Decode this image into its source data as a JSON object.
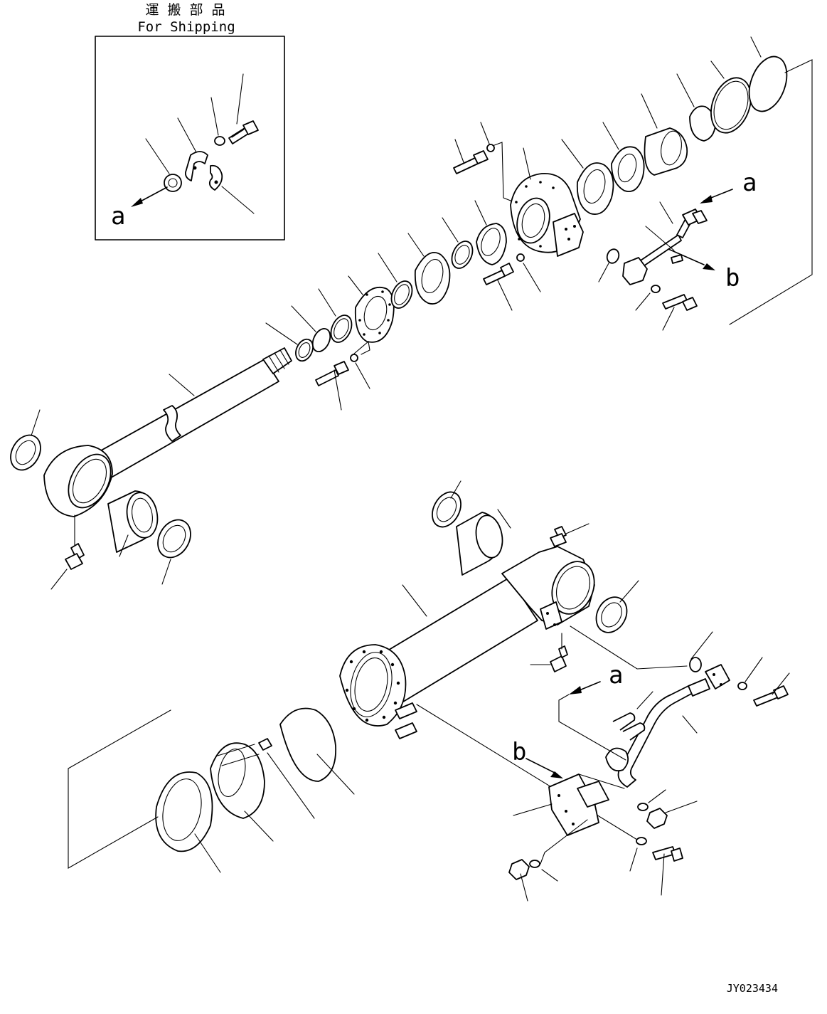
{
  "shipping_box": {
    "title_jp": "運 搬 部 品",
    "title_en": "For Shipping"
  },
  "callouts": {
    "a": "a",
    "b": "b"
  },
  "drawing_id": "JY023434"
}
